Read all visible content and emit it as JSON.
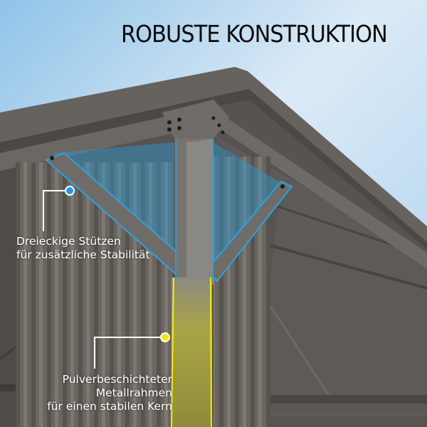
{
  "title": "ROBUSTE KONSTRUKTION",
  "callouts": [
    {
      "id": "triangle-braces",
      "lines": [
        "Dreieckige Stützen",
        "für zusätzliche Stabilität"
      ],
      "marker_color": "#2196f3",
      "highlight_color": "#29a3e6"
    },
    {
      "id": "metal-frame",
      "lines": [
        "Pulverbeschichteter",
        "Metallrahmen",
        "für einen stabilen Kern"
      ],
      "marker_color": "#ffe600",
      "highlight_color": "#e8e000"
    }
  ],
  "colors": {
    "sky_top": "#9cc9ea",
    "sky_light": "#e6f1fa",
    "roof": "#5f5b57",
    "roof_dark": "#4a4744",
    "curtain": "#6e6963",
    "frame": "#6c6965"
  }
}
